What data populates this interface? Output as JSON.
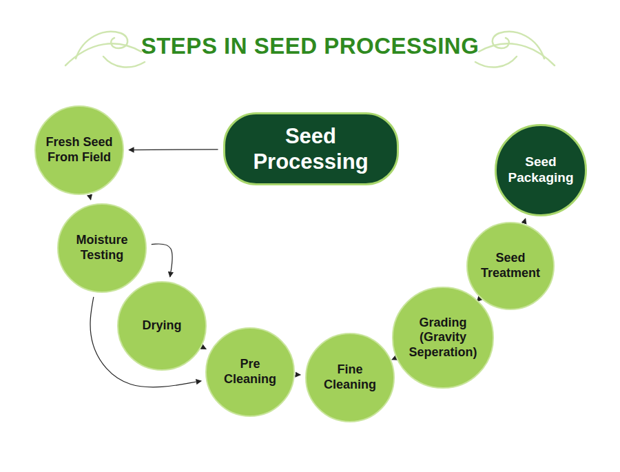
{
  "diagram": {
    "title": "STEPS IN SEED PROCESSING",
    "nodes": [
      {
        "text": [
          "Seed Processing"
        ]
      },
      {
        "text": [
          "Fresh Seed From Field"
        ]
      },
      {
        "text": [
          "Moisture Testing"
        ]
      },
      {
        "text": [
          "Drying"
        ]
      },
      {
        "text": [
          "Pre Cleaning"
        ]
      },
      {
        "text": [
          "Fine Cleaning"
        ]
      },
      {
        "text": [
          "Grading (Gravity Seperation)"
        ]
      },
      {
        "text": [
          "Seed Treatment"
        ]
      },
      {
        "text": [
          "Seed Packaging"
        ]
      }
    ],
    "edges": [
      {
        "from": 0,
        "to": 1,
        "arrow": "to"
      },
      {
        "from": 1,
        "to": 2,
        "arrow": "to"
      },
      {
        "from": 2,
        "to": 3,
        "arrow": "to"
      },
      {
        "from": 2,
        "to": 4,
        "arrow": "to"
      },
      {
        "from": 3,
        "to": 4,
        "arrow": "to"
      },
      {
        "from": 4,
        "to": 5,
        "arrow": "to"
      },
      {
        "from": 5,
        "to": 6,
        "arrow": "to"
      },
      {
        "from": 6,
        "to": 7,
        "arrow": "to"
      },
      {
        "from": 7,
        "to": 8,
        "arrow": "to"
      }
    ]
  }
}
